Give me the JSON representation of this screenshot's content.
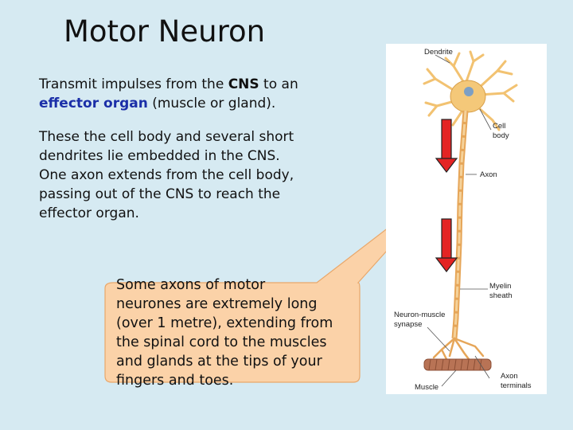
{
  "slide": {
    "title": "Motor Neuron",
    "para1": {
      "prefix": "Transmit impulses from the ",
      "cns": "CNS",
      "middle": " to an ",
      "effector": "effector organ",
      "suffix": " (muscle or gland)."
    },
    "para2_lines": [
      "These the cell body and several short",
      "dendrites lie embedded in the CNS.",
      "One axon extends from the cell body,",
      "passing out of the CNS to reach the",
      "effector organ."
    ],
    "callout_lines": [
      "Some axons of motor",
      "neurones are extremely long",
      "(over 1 metre), extending from",
      "the spinal cord to the muscles",
      "and glands at the tips of your",
      "fingers and toes."
    ]
  },
  "figure": {
    "labels": {
      "dendrite": "Dendrite",
      "cell_body_1": "Cell",
      "cell_body_2": "body",
      "axon": "Axon",
      "myelin_1": "Myelin",
      "myelin_2": "sheath",
      "nm_1": "Neuron-muscle",
      "nm_2": "synapse",
      "axon_term_1": "Axon",
      "axon_term_2": "terminals",
      "muscle": "Muscle"
    }
  },
  "colors": {
    "background": "#d6eaf2",
    "callout_fill": "#fbd2a8",
    "callout_stroke": "#e9a76a",
    "arrow": "#e42424",
    "neuron": "#f2c271",
    "effector_text": "#1b2fa8"
  }
}
